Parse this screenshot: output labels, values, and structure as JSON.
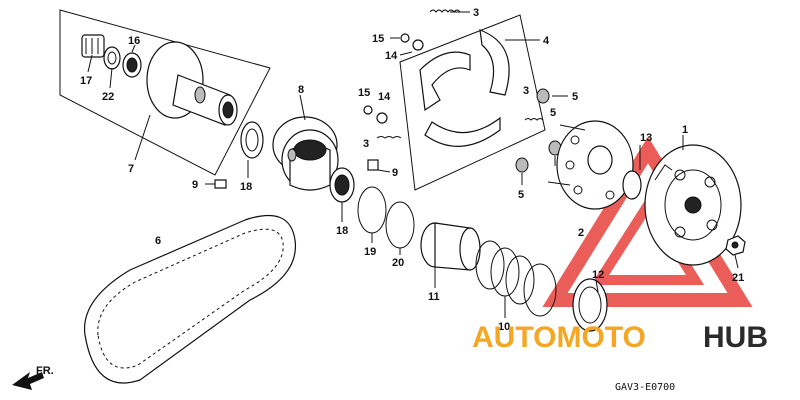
{
  "diagram": {
    "code": "GAV3-E0700",
    "direction_label": "FR.",
    "callouts": [
      {
        "id": "c1",
        "text": "1"
      },
      {
        "id": "c2",
        "text": "2"
      },
      {
        "id": "c3a",
        "text": "3"
      },
      {
        "id": "c3b",
        "text": "3"
      },
      {
        "id": "c3c",
        "text": "3"
      },
      {
        "id": "c4",
        "text": "4"
      },
      {
        "id": "c5a",
        "text": "5"
      },
      {
        "id": "c5b",
        "text": "5"
      },
      {
        "id": "c5c",
        "text": "5"
      },
      {
        "id": "c6",
        "text": "6"
      },
      {
        "id": "c7",
        "text": "7"
      },
      {
        "id": "c8",
        "text": "8"
      },
      {
        "id": "c9a",
        "text": "9"
      },
      {
        "id": "c9b",
        "text": "9"
      },
      {
        "id": "c10",
        "text": "10"
      },
      {
        "id": "c11",
        "text": "11"
      },
      {
        "id": "c12",
        "text": "12"
      },
      {
        "id": "c13",
        "text": "13"
      },
      {
        "id": "c14a",
        "text": "14"
      },
      {
        "id": "c14b",
        "text": "14"
      },
      {
        "id": "c15a",
        "text": "15"
      },
      {
        "id": "c15b",
        "text": "15"
      },
      {
        "id": "c16",
        "text": "16"
      },
      {
        "id": "c17",
        "text": "17"
      },
      {
        "id": "c18a",
        "text": "18"
      },
      {
        "id": "c18b",
        "text": "18"
      },
      {
        "id": "c19",
        "text": "19"
      },
      {
        "id": "c20",
        "text": "20"
      },
      {
        "id": "c21",
        "text": "21"
      },
      {
        "id": "c22",
        "text": "22"
      }
    ]
  },
  "watermark": {
    "text_left": "AUTOMOTO",
    "text_right": "HUB",
    "color_orange": "#f5a623",
    "color_red": "#e8413c",
    "color_dark": "#2b2b2b"
  }
}
